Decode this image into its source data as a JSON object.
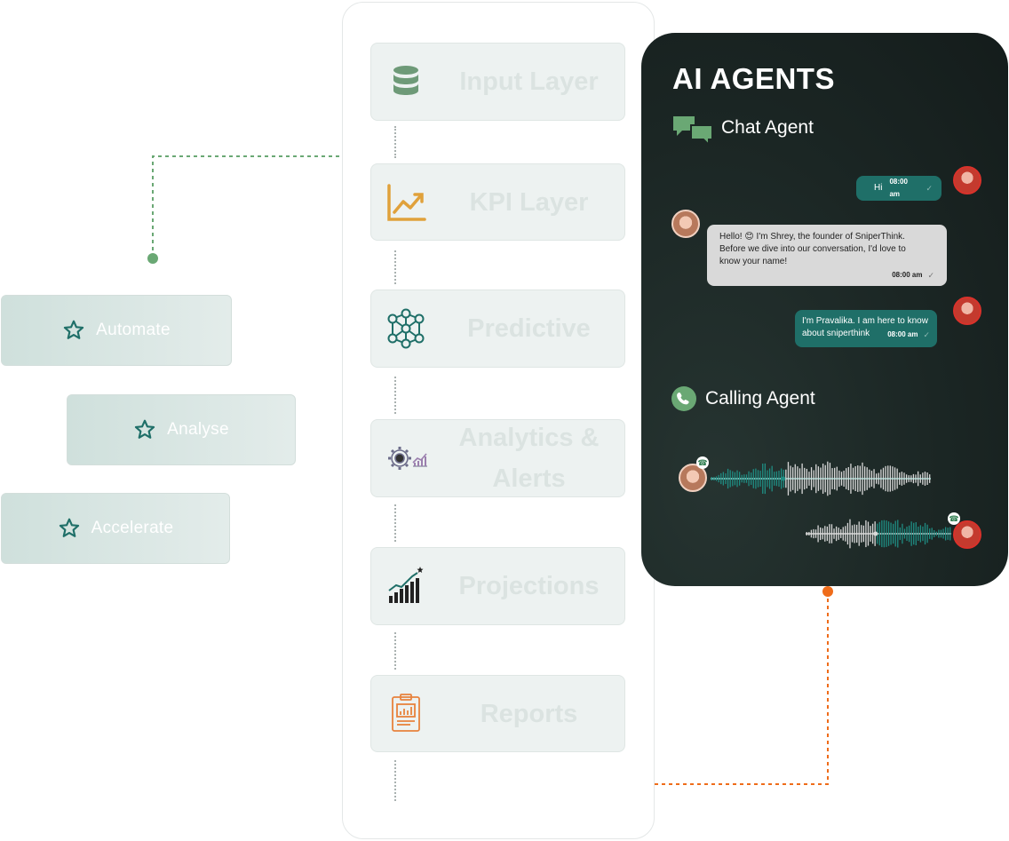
{
  "actions": [
    {
      "label": "Automate",
      "icon": "star-icon"
    },
    {
      "label": "Analyse",
      "icon": "star-icon"
    },
    {
      "label": "Accelerate",
      "icon": "star-icon"
    }
  ],
  "layers": [
    {
      "label": "Input Layer",
      "icon": "database-icon",
      "icon_color": "#6e9a78"
    },
    {
      "label": "KPI Layer",
      "icon": "trend-chart-icon",
      "icon_color": "#e0a13b"
    },
    {
      "label": "Predictive",
      "icon": "neural-network-icon",
      "icon_color": "#1f6f68"
    },
    {
      "label": "Analytics & Alerts",
      "icon": "gear-chart-icon",
      "icon_color": "#6d6d8a"
    },
    {
      "label": "Projections",
      "icon": "bar-growth-icon",
      "icon_color": "#222222"
    },
    {
      "label": "Reports",
      "icon": "report-clipboard-icon",
      "icon_color": "#e8823d"
    }
  ],
  "agents": {
    "title": "AI AGENTS",
    "chat": {
      "title": "Chat Agent",
      "icon": "chat-bubbles-icon",
      "messages": [
        {
          "from": "user",
          "text": "Hi",
          "time": "08:00 am"
        },
        {
          "from": "agent",
          "text": "Hello! 😊 I'm Shrey, the founder of SniperThink. Before we dive into our conversation, I'd love to know your name!",
          "time": "08:00 am"
        },
        {
          "from": "user",
          "text": "I'm Pravalika. I am here to know about sniperthink",
          "time": "08:00 am"
        }
      ]
    },
    "calling": {
      "title": "Calling Agent",
      "icon": "phone-icon"
    }
  },
  "colors": {
    "teal": "#1f6f68",
    "green_connector": "#6aa874",
    "orange_connector": "#ef6c1a",
    "panel_dark": "#1b2624"
  }
}
